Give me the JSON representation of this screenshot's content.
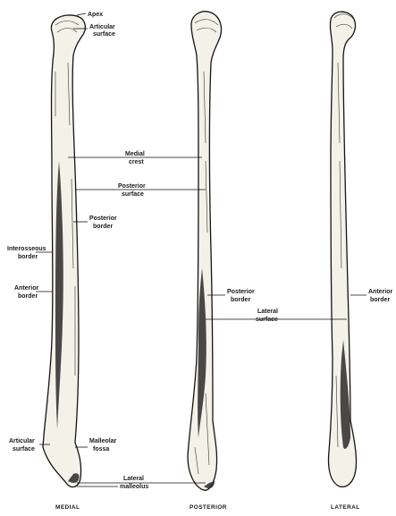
{
  "labels": {
    "apex": "Apex",
    "articular_surface_top_1": "Articular",
    "articular_surface_top_2": "surface",
    "medial_crest_1": "Medial",
    "medial_crest_2": "crest",
    "posterior_surface_1": "Posterior",
    "posterior_surface_2": "surface",
    "posterior_border_medial_1": "Posterior",
    "posterior_border_medial_2": "border",
    "interosseous_border_1": "Interosseous",
    "interosseous_border_2": "border",
    "anterior_border_medial_1": "Anterior",
    "anterior_border_medial_2": "border",
    "posterior_border_post_1": "Posterior",
    "posterior_border_post_2": "border",
    "lateral_surface_1": "Lateral",
    "lateral_surface_2": "surface",
    "anterior_border_lat_1": "Anterior",
    "anterior_border_lat_2": "border",
    "articular_surface_bottom_1": "Articular",
    "articular_surface_bottom_2": "surface",
    "malleolar_fossa_1": "Malleolar",
    "malleolar_fossa_2": "fossa",
    "lateral_malleolus_1": "Lateral",
    "lateral_malleolus_2": "malleolus"
  },
  "captions": {
    "medial": "MEDIAL",
    "posterior": "POSTERIOR",
    "lateral": "LATERAL"
  }
}
